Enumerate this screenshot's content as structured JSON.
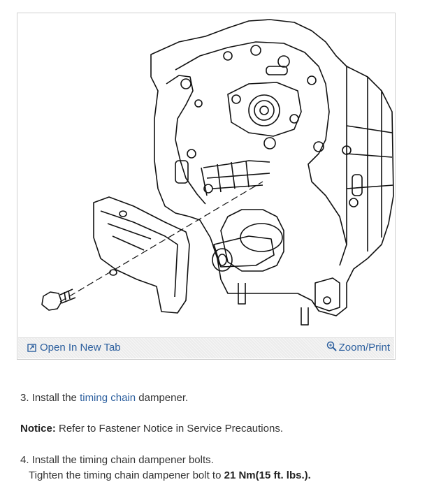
{
  "figure": {
    "open_tab_label": "Open In New Tab",
    "zoom_label": "Zoom/Print"
  },
  "steps": {
    "step3": {
      "prefix": "3. Install the ",
      "link": "timing chain",
      "suffix": " dampener."
    },
    "notice": {
      "label": "Notice:",
      "text": " Refer to Fastener Notice in Service Precautions."
    },
    "step4": {
      "line1": "4. Install the timing chain dampener bolts.",
      "line2_prefix": "Tighten the timing chain dampener bolt to ",
      "line2_value": "21 Nm(15 ft. lbs.)."
    }
  },
  "colors": {
    "link": "#2c5f9e",
    "text": "#333333",
    "toolbar": "#ececec"
  }
}
